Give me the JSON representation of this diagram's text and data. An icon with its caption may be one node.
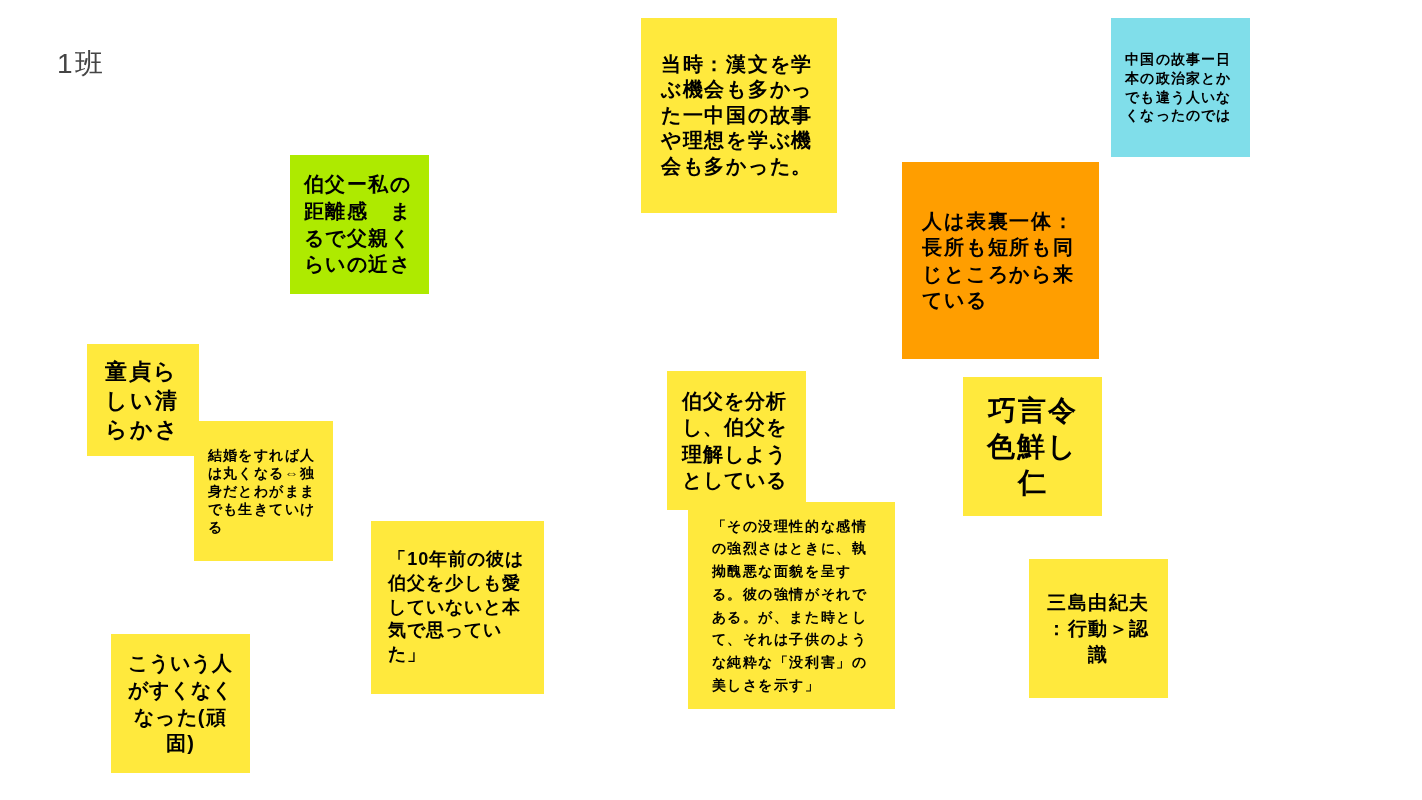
{
  "diagram": {
    "title": "1班",
    "nodes": [
      {
        "text": [
          "当時：漢文を学ぶ機会も多かった一中国の故事や理想を学ぶ機会も多かった。"
        ]
      },
      {
        "text": [
          "中国の故事ー日本の政治家とかでも違う人いなくなったのでは"
        ]
      },
      {
        "text": [
          "伯父ー私の距離感　まるで父親くらいの近さ"
        ]
      },
      {
        "text": [
          "人は表裏一体：長所も短所も同じところから来ている"
        ]
      },
      {
        "text": [
          "童貞らしい清らかさ"
        ]
      },
      {
        "text": [
          "伯父を分析し、伯父を理解しようとしている"
        ]
      },
      {
        "text": [
          "巧言令色鮮し仁"
        ]
      },
      {
        "text": [
          "結婚をすれば人は丸くなる⇔独身だとわがままでも生きていける"
        ]
      },
      {
        "text": [
          "「その没理性的な感情の強烈さはときに、執拗醜悪な面貌を呈する。彼の強情がそれである。が、また時として、それは子供のような純粋な「没利害」の美しさを示す」"
        ]
      },
      {
        "text": [
          "「10年前の彼は伯父を少しも愛していないと本気で思っていた」"
        ]
      },
      {
        "text": [
          "三島由紀夫：行動＞認識"
        ]
      },
      {
        "text": [
          "こういう人がすくなくなった(頑固)"
        ]
      }
    ]
  }
}
